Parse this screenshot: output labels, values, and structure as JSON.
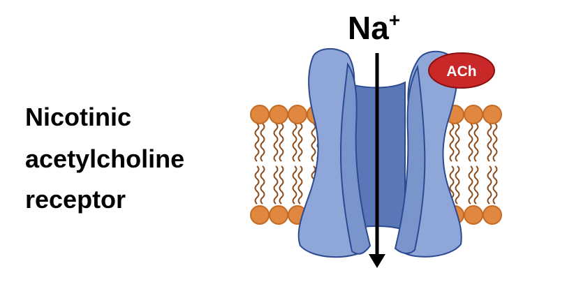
{
  "title": {
    "lines": [
      "Nicotinic",
      "acetylcholine",
      "receptor"
    ]
  },
  "ion": {
    "symbol": "Na",
    "charge": "+"
  },
  "ligand": {
    "label": "ACh"
  },
  "colors": {
    "lipid_head": "#e08840",
    "lipid_head_stroke": "#c46a22",
    "lipid_tail": "#8a4a1a",
    "channel_fill": "#8ea6d8",
    "channel_inner": "#5a78b8",
    "channel_stroke": "#2c4a90",
    "ligand_fill": "#c82828",
    "ligand_stroke": "#8a1010",
    "arrow": "#000000"
  }
}
